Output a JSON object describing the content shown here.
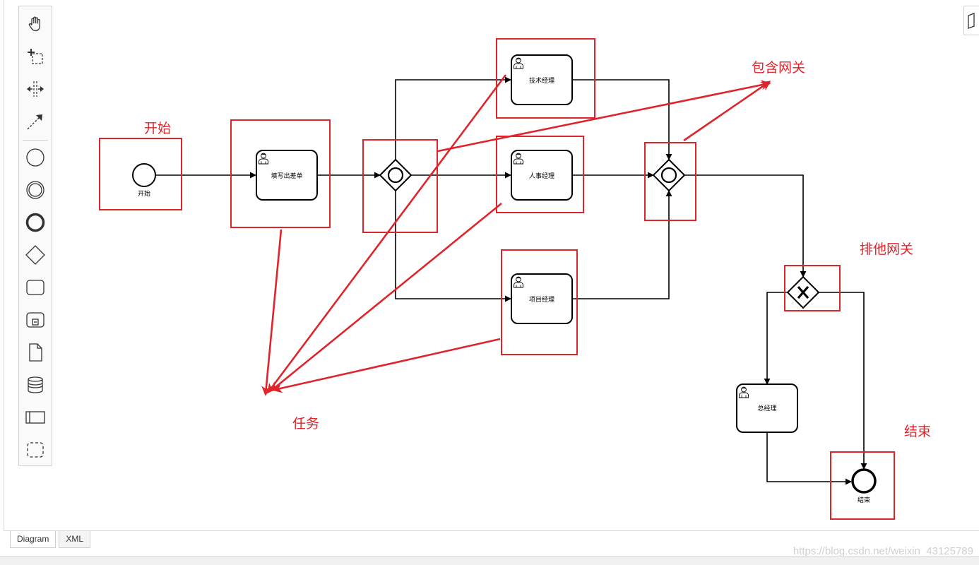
{
  "palette": {
    "tools": [
      {
        "name": "hand-tool-icon"
      },
      {
        "name": "lasso-tool-icon"
      },
      {
        "name": "space-tool-icon"
      },
      {
        "name": "connect-tool-icon"
      },
      {
        "name": "start-event-icon"
      },
      {
        "name": "intermediate-event-icon"
      },
      {
        "name": "end-event-icon"
      },
      {
        "name": "gateway-icon"
      },
      {
        "name": "task-icon"
      },
      {
        "name": "subprocess-icon"
      },
      {
        "name": "data-object-icon"
      },
      {
        "name": "data-store-icon"
      },
      {
        "name": "pool-icon"
      },
      {
        "name": "group-icon"
      }
    ]
  },
  "diagram": {
    "start_label": "开始",
    "tasks": {
      "fill_form": "填写出差单",
      "tech_manager": "技术经理",
      "hr_manager": "人事经理",
      "project_manager": "项目经理",
      "general_manager": "总经理"
    },
    "end_label": "结束"
  },
  "annotations": {
    "start": "开始",
    "inclusive_gateway": "包含网关",
    "exclusive_gateway": "排他网关",
    "task": "任务",
    "end": "结束",
    "color": "#e0242c"
  },
  "tabs": {
    "diagram": "Diagram",
    "xml": "XML"
  },
  "watermark": "https://blog.csdn.net/weixin_43125789"
}
